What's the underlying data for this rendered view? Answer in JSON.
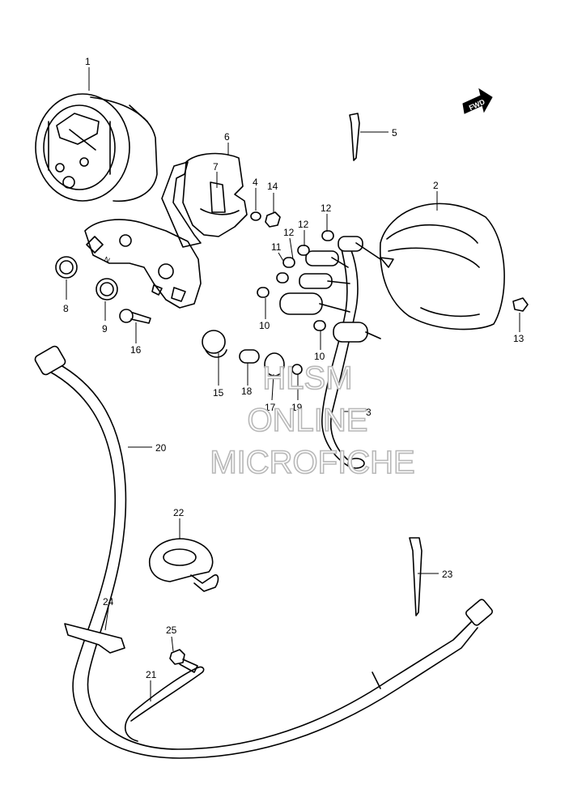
{
  "diagram": {
    "callouts": [
      "1",
      "2",
      "3",
      "4",
      "5",
      "6",
      "7",
      "8",
      "9",
      "10",
      "10",
      "11",
      "12",
      "12",
      "12",
      "13",
      "14",
      "15",
      "16",
      "17",
      "18",
      "19",
      "20",
      "21",
      "22",
      "23",
      "24",
      "25"
    ],
    "direction_arrow": "FWD",
    "watermark": [
      "HLSM",
      "ONLINE",
      "MICROFICHE"
    ],
    "icons": [
      "speedometer-icon",
      "meter-case-icon",
      "wiring-harness-icon",
      "bracket-icon",
      "cable-icon",
      "cable-tie-icon",
      "clamp-icon",
      "bolt-icon",
      "bulb-icon"
    ]
  }
}
